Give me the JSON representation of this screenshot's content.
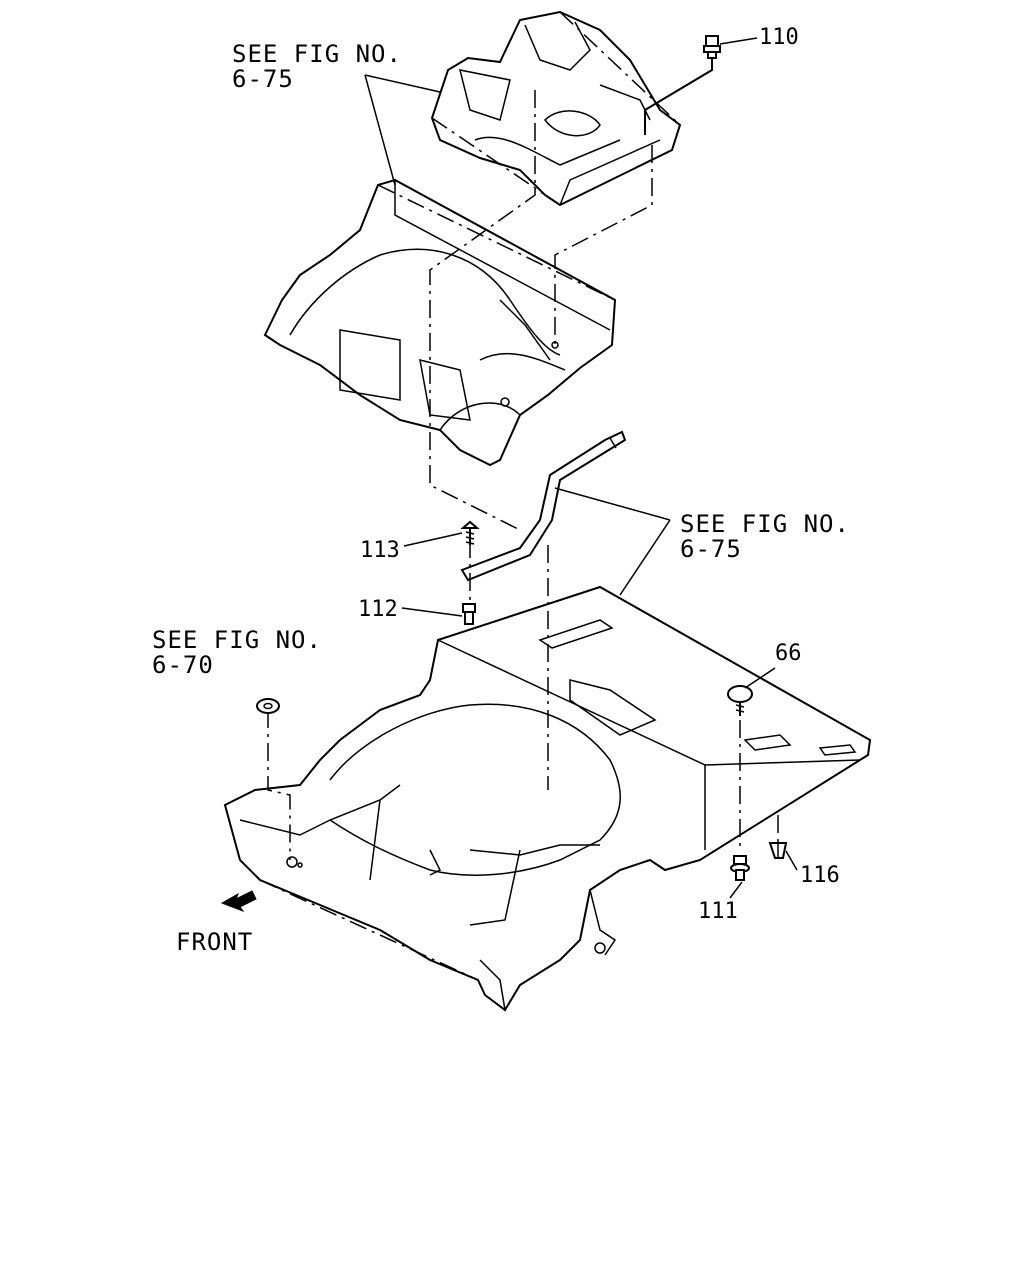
{
  "labels": {
    "see_fig_top": {
      "line1": "SEE FIG NO.",
      "line2": "6-75"
    },
    "see_fig_mid": {
      "line1": "SEE FIG NO.",
      "line2": "6-75"
    },
    "see_fig_left": {
      "line1": "SEE FIG NO.",
      "line2": "6-70"
    },
    "front": "FRONT"
  },
  "callouts": {
    "c110": "110",
    "c113": "113",
    "c112": "112",
    "c66": "66",
    "c111": "111",
    "c116": "116"
  }
}
